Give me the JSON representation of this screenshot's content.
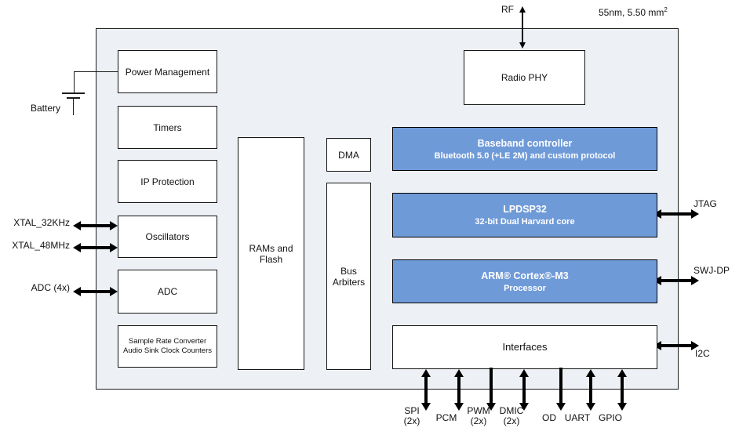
{
  "title_note": {
    "text": "55nm, 5.50 mm",
    "sup": "2"
  },
  "colors": {
    "block_blue": "#6f9ad8",
    "chip_bg": "#edf0f5",
    "line": "#000000",
    "text": "#111111",
    "block_text_on_blue": "#ffffff"
  },
  "ports": {
    "rf": "RF",
    "battery": "Battery",
    "left": [
      "XTAL_32KHz",
      "XTAL_48MHz",
      "ADC (4x)"
    ],
    "right": [
      "JTAG",
      "SWJ-DP",
      "I2C"
    ],
    "bottom": [
      {
        "label": "SPI",
        "sub": "(2x)"
      },
      {
        "label": "PCM",
        "sub": ""
      },
      {
        "label": "PWM",
        "sub": "(2x)"
      },
      {
        "label": "DMIC",
        "sub": "(2x)"
      },
      {
        "label": "OD",
        "sub": ""
      },
      {
        "label": "UART",
        "sub": ""
      },
      {
        "label": "GPIO",
        "sub": ""
      }
    ]
  },
  "blocks": {
    "power_management": "Power Management",
    "timers": "Timers",
    "ip_protection": "IP Protection",
    "oscillators": "Oscillators",
    "adc": "ADC",
    "src_line1": "Sample Rate Converter",
    "src_line2": "Audio Sink Clock Counters",
    "rams_flash": "RAMs and Flash",
    "dma": "DMA",
    "bus_arbiters": "Bus Arbiters",
    "radio_phy": "Radio PHY",
    "baseband": {
      "title": "Baseband controller",
      "subtitle": "Bluetooth 5.0 (+LE 2M) and custom protocol"
    },
    "lpdsp32": {
      "title": "LPDSP32",
      "subtitle": "32-bit Dual Harvard core"
    },
    "cortex_m3": {
      "title": "ARM® Cortex®-M3",
      "subtitle": "Processor"
    },
    "interfaces": "Interfaces"
  }
}
